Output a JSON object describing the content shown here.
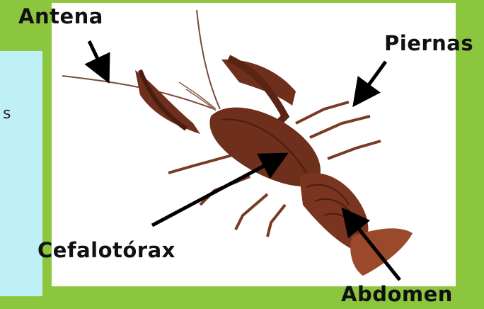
{
  "side_panel": {
    "text_fragment": "s"
  },
  "labels": {
    "antena": "Antena",
    "piernas": "Piernas",
    "cefalotorax": "Cefalotórax",
    "abdomen": "Abdomen"
  },
  "colors": {
    "background": "#8cc63f",
    "panel": "#bfeff7",
    "crayfish_body": "#6e2f1c",
    "crayfish_dark": "#4a1d10",
    "arrow": "#000000"
  }
}
